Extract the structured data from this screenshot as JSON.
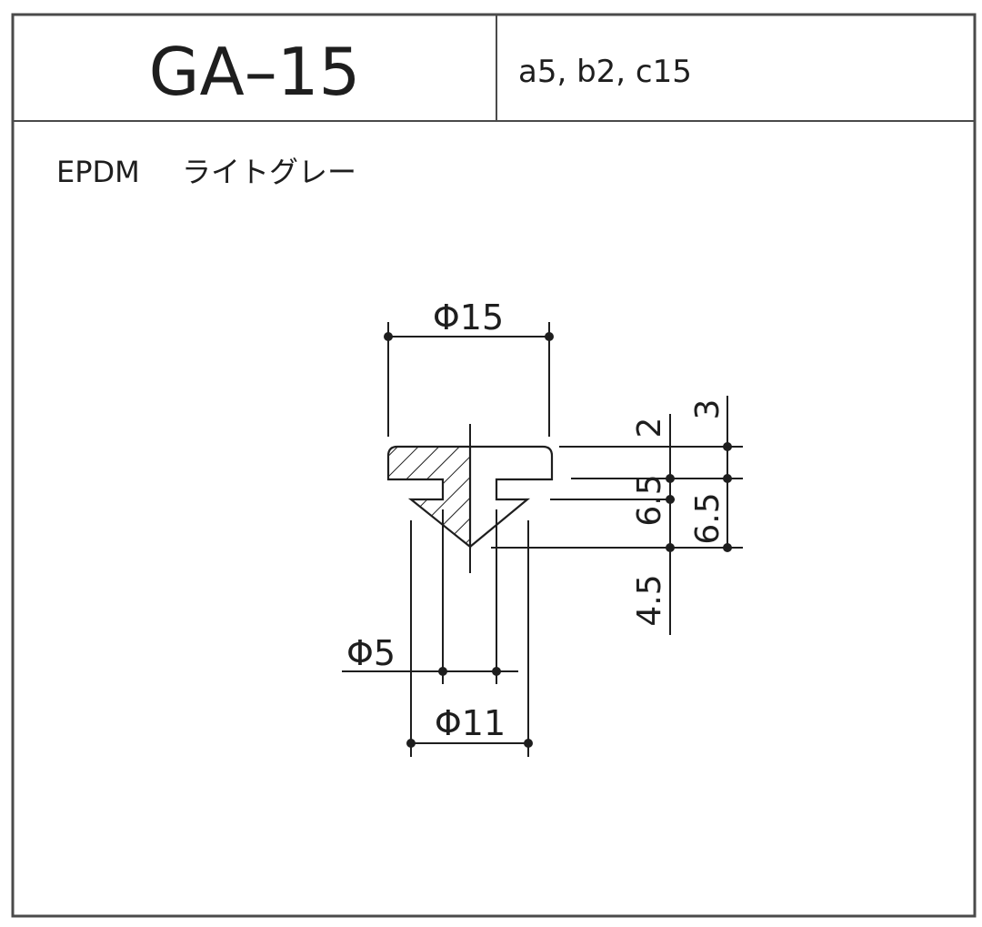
{
  "header": {
    "model": "GA–15",
    "spec": "a5,  b2,  c15"
  },
  "material": {
    "name": "EPDM",
    "color": "ライトグレー"
  },
  "dimensions": {
    "top_diameter": "Φ15",
    "stem_diameter": "Φ5",
    "cone_diameter": "Φ11",
    "cap_thickness": "2",
    "cap_total": "3",
    "cone_depth": "6.5",
    "cone_offset": "6.5",
    "lower_depth": "4.5"
  },
  "colors": {
    "ink": "#1e1e1e",
    "frame": "#4a4a4a",
    "background": "#ffffff"
  }
}
